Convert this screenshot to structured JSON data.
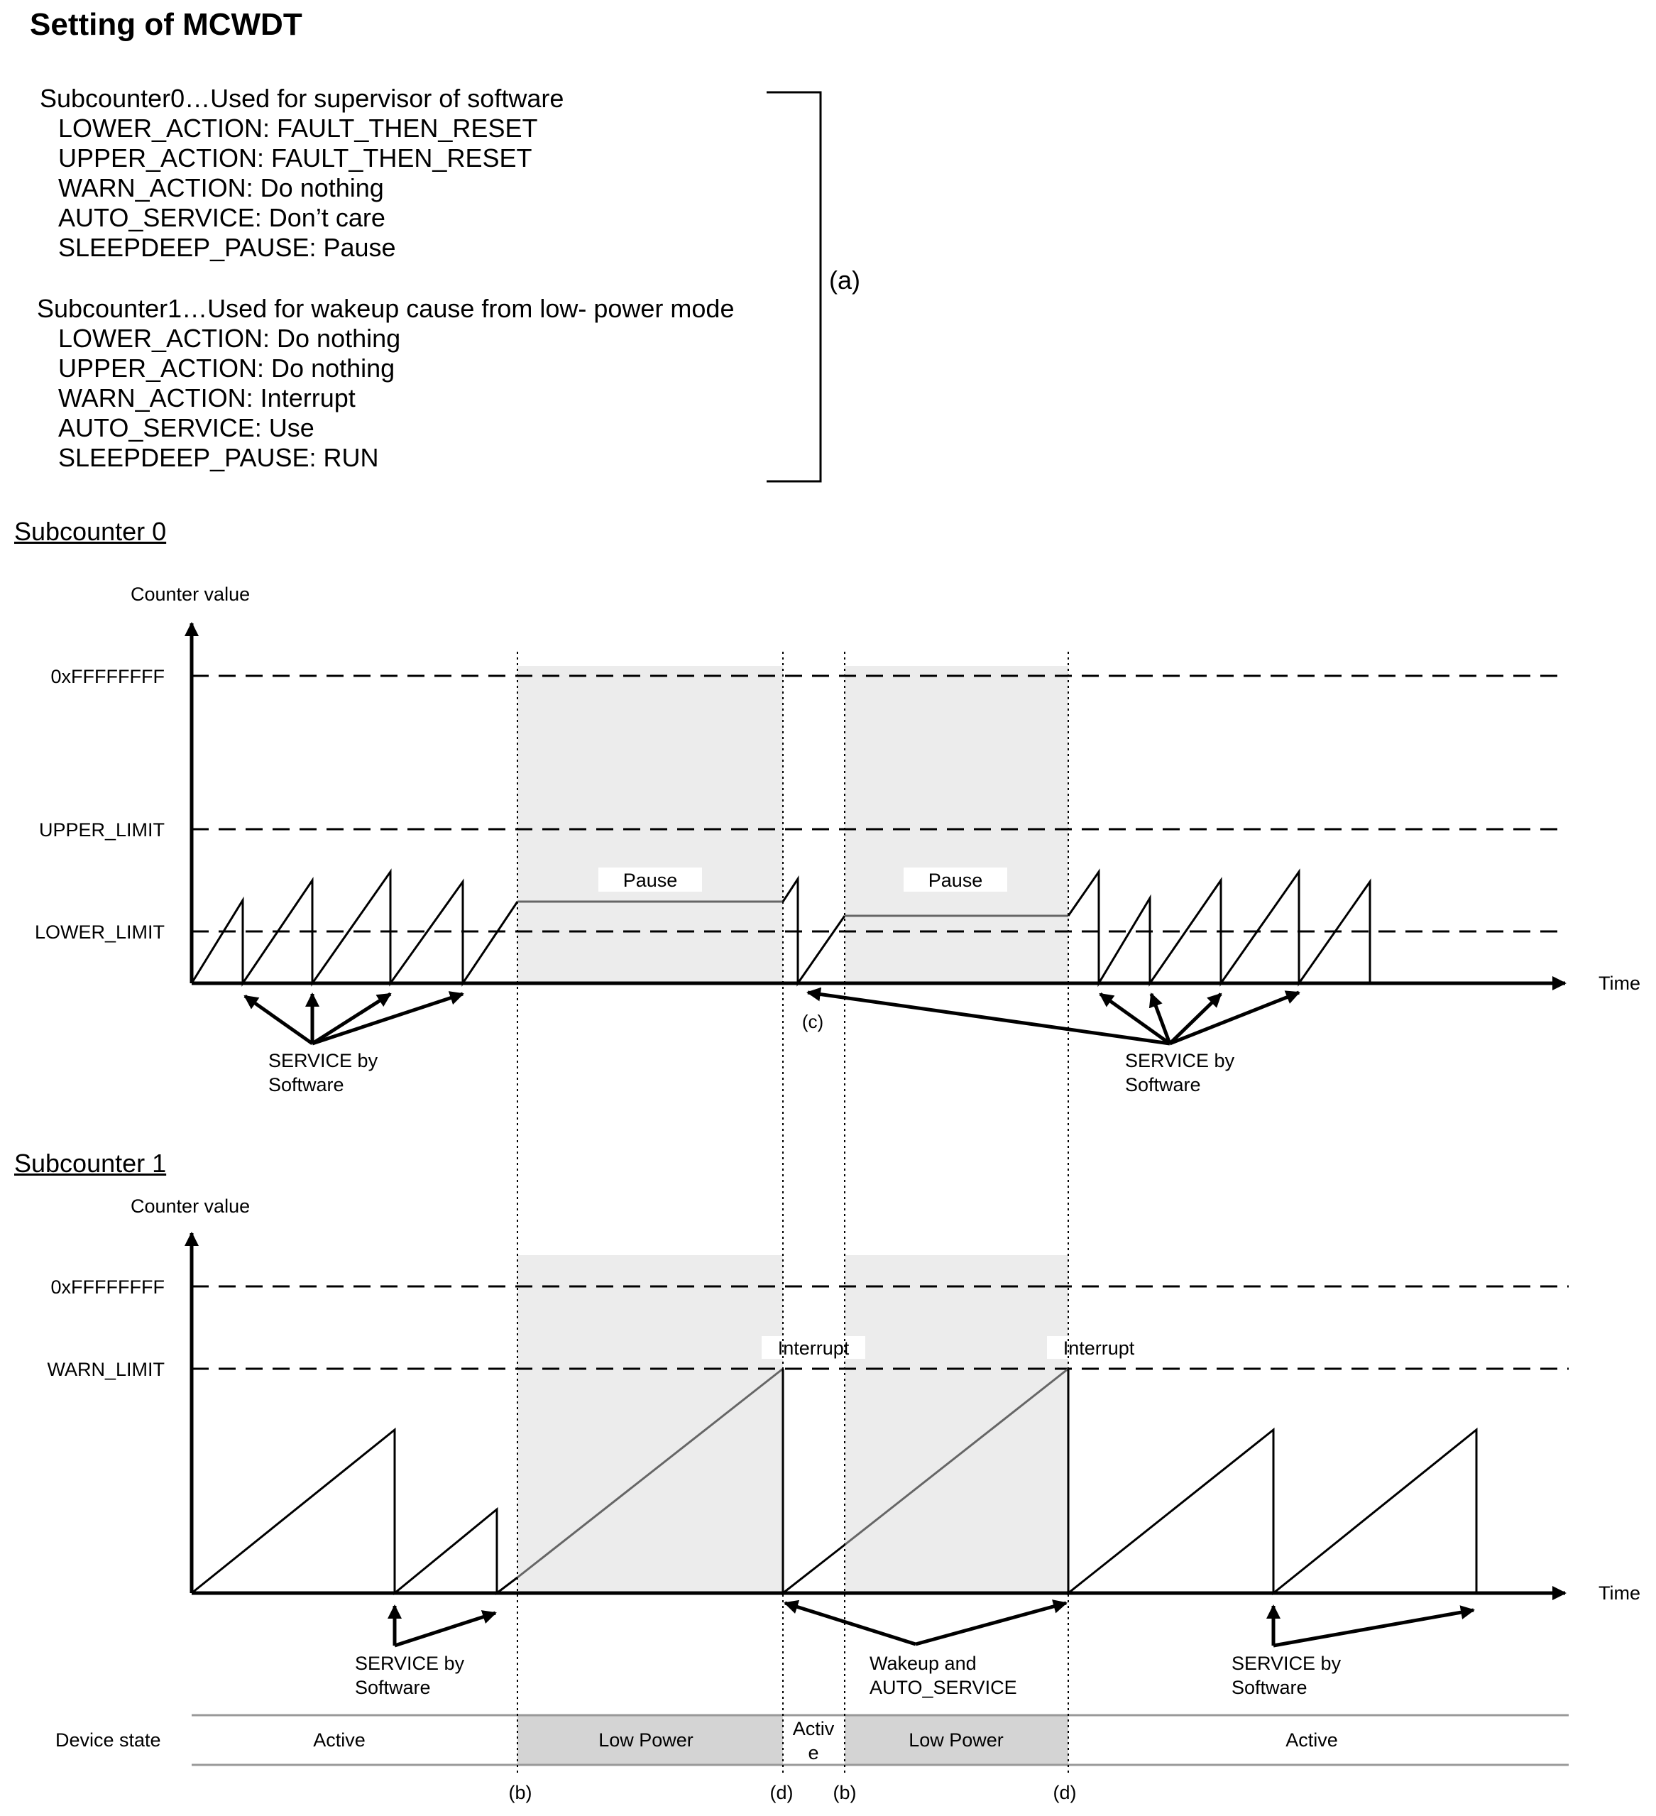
{
  "title": "Setting of MCWDT",
  "config": {
    "sub0_header": "Subcounter0…Used for supervisor of software",
    "sub0_lines": [
      "LOWER_ACTION: FAULT_THEN_RESET",
      "UPPER_ACTION: FAULT_THEN_RESET",
      "WARN_ACTION: Do nothing",
      "AUTO_SERVICE: Don’t care",
      "SLEEPDEEP_PAUSE: Pause"
    ],
    "sub1_header": "Subcounter1…Used for wakeup cause from low- power mode",
    "sub1_lines": [
      "LOWER_ACTION: Do nothing",
      "UPPER_ACTION: Do nothing",
      "WARN_ACTION: Interrupt",
      "AUTO_SERVICE: Use",
      "SLEEPDEEP_PAUSE: RUN"
    ],
    "bracket_label": "(a)"
  },
  "sub0": {
    "title": "Subcounter 0",
    "ylabel": "Counter value",
    "xlabel": "Time",
    "levels": [
      "0xFFFFFFFF",
      "UPPER_LIMIT",
      "LOWER_LIMIT"
    ],
    "pause_label": "Pause",
    "marker_c": "(c)",
    "service_label_1": "SERVICE by",
    "service_label_2": "Software"
  },
  "sub1": {
    "title": "Subcounter 1",
    "ylabel": "Counter value",
    "xlabel": "Time",
    "levels": [
      "0xFFFFFFFF",
      "WARN_LIMIT"
    ],
    "interrupt_label": "Interrupt",
    "service_label_1": "SERVICE by",
    "service_label_2": "Software",
    "wakeup_label_1": "Wakeup and",
    "wakeup_label_2": "AUTO_SERVICE"
  },
  "device_state": {
    "label": "Device state",
    "states": [
      "Active",
      "Low Power",
      "Activ",
      "e",
      "Low Power",
      "Active"
    ]
  },
  "markers": [
    "(b)",
    "(d)",
    "(b)",
    "(d)"
  ],
  "colors": {
    "shade": "#ececec",
    "state_shade": "#d4d4d4",
    "ink": "#000000",
    "grey_line": "#666666"
  }
}
